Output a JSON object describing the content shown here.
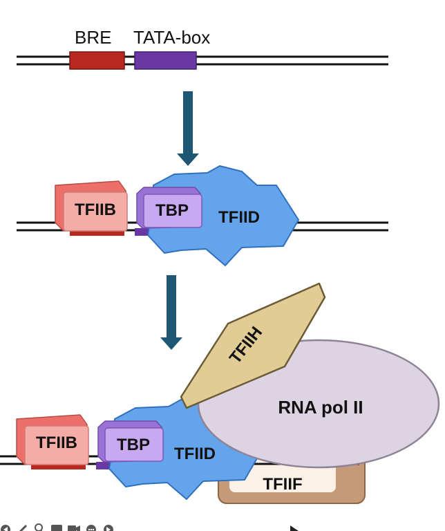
{
  "labels": {
    "bre": "BRE",
    "tata_box": "TATA-box",
    "tfiib": "TFIIB",
    "tbp": "TBP",
    "tfiid": "TFIID",
    "tfiih": "TFIIH",
    "rna_pol_ii": "RNA pol II",
    "tfiif": "TFIIF"
  },
  "colors": {
    "dna": "#111111",
    "bre": "#b8281e",
    "tata_box": "#6a38a2",
    "tfiib_front": "#f4aca6",
    "tfiib_back": "#ec6f69",
    "tbp": "#c9a8f2",
    "tbp_back": "#9a72d6",
    "tfiid": "#63a4ea",
    "tfiid_stroke": "#2f6fbe",
    "tfiih": "#e2cc96",
    "rna_pol": "#dcd4e2",
    "tfiif": "#c49a78",
    "arrow": "#1e5674"
  },
  "toolbar_icons": [
    "back-icon",
    "pencil-icon",
    "search-icon",
    "captions-icon",
    "camera-icon",
    "chat-icon",
    "forward-icon"
  ]
}
